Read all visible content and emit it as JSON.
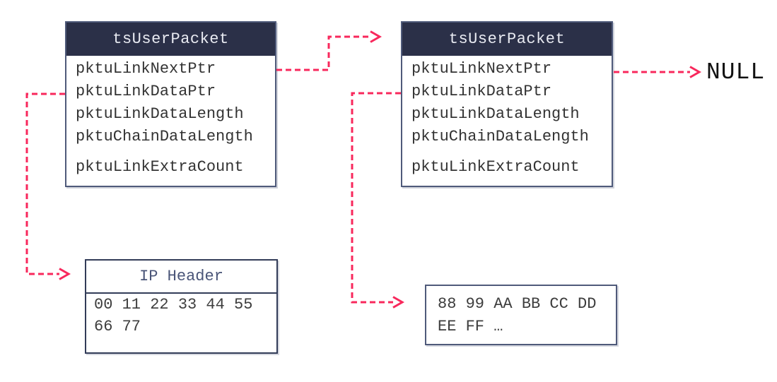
{
  "palette": {
    "header_bg": "#2b3048",
    "header_text": "#e9ebf2",
    "arrow": "#f8285c",
    "box_border": "#4f5a7a",
    "dark_border": "#323c58",
    "accent_title": "#4a5578",
    "field_text": "#333333",
    "null_text": "#111111"
  },
  "packet_left": {
    "title": "tsUserPacket",
    "fields": [
      "pktuLinkNextPtr",
      "pktuLinkDataPtr",
      "pktuLinkDataLength",
      "pktuChainDataLength"
    ],
    "extra_field": "pktuLinkExtraCount"
  },
  "packet_right": {
    "title": "tsUserPacket",
    "fields": [
      "pktuLinkNextPtr",
      "pktuLinkDataPtr",
      "pktuLinkDataLength",
      "pktuChainDataLength"
    ],
    "extra_field": "pktuLinkExtraCount"
  },
  "ip_header_box": {
    "title": "IP Header",
    "data_lines": [
      "00 11 22 33 44 55",
      "66 77"
    ]
  },
  "payload_box": {
    "data_lines": [
      "88 99 AA BB CC DD",
      "EE FF …"
    ]
  },
  "labels": {
    "null_value": "NULL"
  }
}
